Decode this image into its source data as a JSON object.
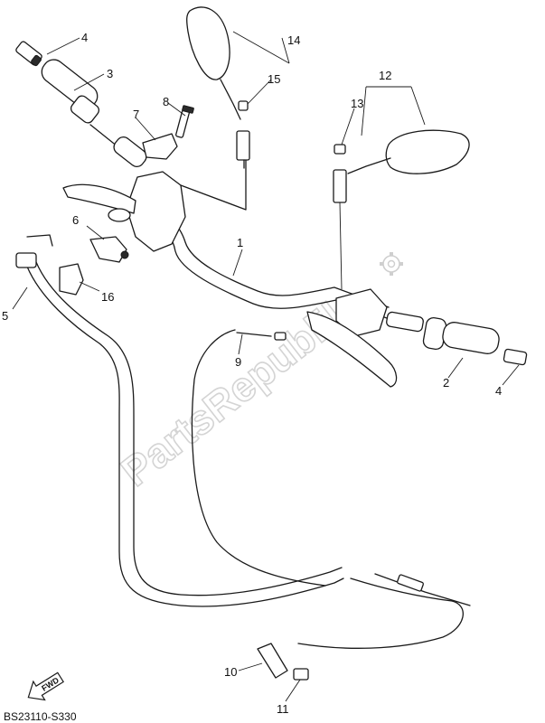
{
  "diagram": {
    "watermark": "PartsRepublik",
    "code": "BS23110-S330",
    "fwd_label": "FWD",
    "callouts": {
      "c1": "1",
      "c2": "2",
      "c3": "3",
      "c4a": "4",
      "c4b": "4",
      "c5": "5",
      "c6": "6",
      "c7": "7",
      "c8": "8",
      "c9": "9",
      "c10": "10",
      "c11": "11",
      "c12": "12",
      "c13": "13",
      "c14": "14",
      "c15": "15",
      "c16": "16"
    }
  }
}
